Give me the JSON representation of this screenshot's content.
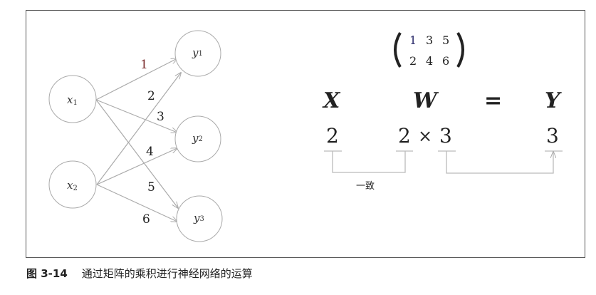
{
  "inputs": [
    {
      "var": "x",
      "sub": "1"
    },
    {
      "var": "x",
      "sub": "2"
    }
  ],
  "outputs": [
    {
      "var": "y",
      "sub": "1"
    },
    {
      "var": "y",
      "sub": "2"
    },
    {
      "var": "y",
      "sub": "3"
    }
  ],
  "weights": [
    "1",
    "2",
    "3",
    "4",
    "5",
    "6"
  ],
  "matrix": {
    "row1": [
      "1",
      "3",
      "5"
    ],
    "row2": [
      "2",
      "4",
      "6"
    ]
  },
  "equation": {
    "x": "X",
    "w": "W",
    "eq": "=",
    "y": "Y"
  },
  "shapes": {
    "x_dim": "2",
    "w_rows": "2",
    "times": "×",
    "w_cols": "3",
    "y_dim": "3"
  },
  "match_label": "一致",
  "caption": {
    "figure": "图 3-14",
    "text": "通过矩阵的乘积进行神经网络的运算"
  },
  "colors": {
    "weight1": "#7a2a2a",
    "line": "#aaaaaa"
  }
}
